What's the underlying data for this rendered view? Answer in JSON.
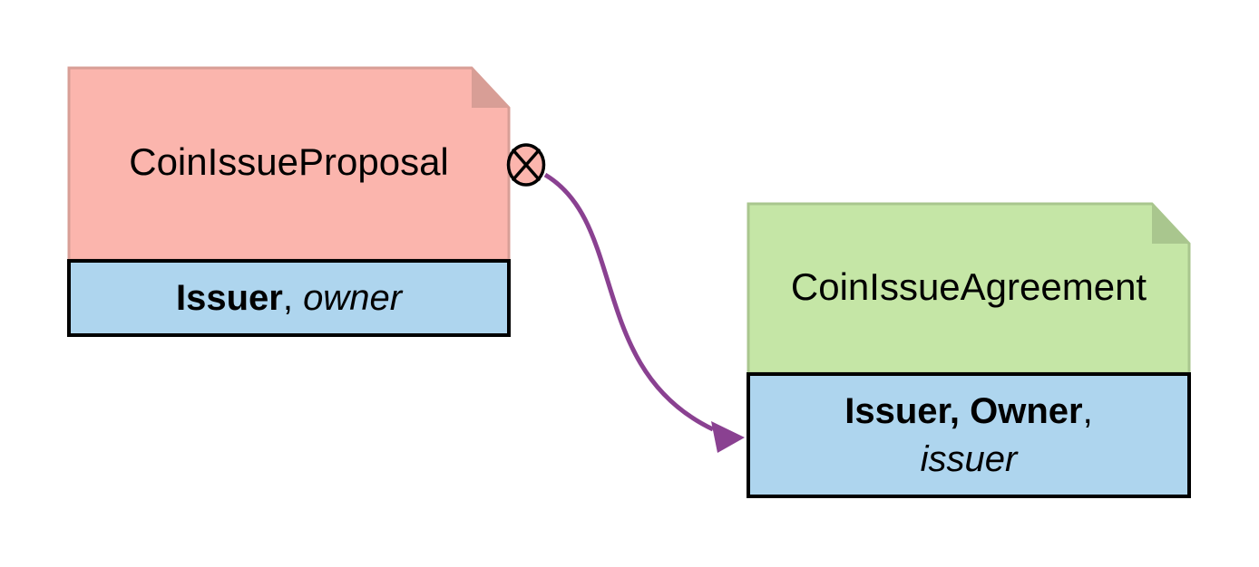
{
  "colors": {
    "pink_fill": "#fbb5ad",
    "pink_edge": "#d89e96",
    "green_fill": "#c5e6a6",
    "green_edge": "#a9c68e",
    "blue_fill": "#aed5ee",
    "outline": "#000000",
    "arrow": "#8a4191",
    "background": "#ffffff"
  },
  "left_contract": {
    "title": "CoinIssueProposal",
    "parties": {
      "bold": "Issuer",
      "separator": ", ",
      "italic": "owner"
    }
  },
  "right_contract": {
    "title": "CoinIssueAgreement",
    "parties_line1": {
      "bold": "Issuer, Owner",
      "separator": ","
    },
    "parties_line2": {
      "italic": "issuer"
    }
  }
}
